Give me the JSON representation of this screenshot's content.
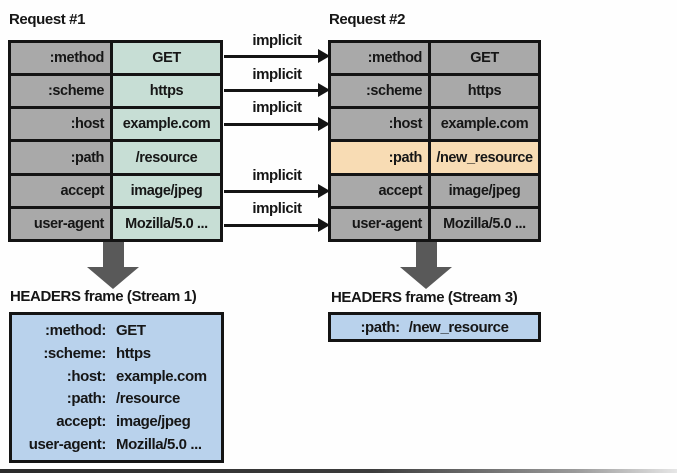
{
  "figure": {
    "request1": {
      "title": "Request #1",
      "rows": [
        {
          "key": ":method",
          "value": "GET"
        },
        {
          "key": ":scheme",
          "value": "https"
        },
        {
          "key": ":host",
          "value": "example.com"
        },
        {
          "key": ":path",
          "value": "/resource"
        },
        {
          "key": "accept",
          "value": "image/jpeg"
        },
        {
          "key": "user-agent",
          "value": "Mozilla/5.0 ..."
        }
      ]
    },
    "request2": {
      "title": "Request #2",
      "rows": [
        {
          "key": ":method",
          "value": "GET",
          "highlighted": false
        },
        {
          "key": ":scheme",
          "value": "https",
          "highlighted": false
        },
        {
          "key": ":host",
          "value": "example.com",
          "highlighted": false
        },
        {
          "key": ":path",
          "value": "/new_resource",
          "highlighted": true
        },
        {
          "key": "accept",
          "value": "image/jpeg",
          "highlighted": false
        },
        {
          "key": "user-agent",
          "value": "Mozilla/5.0 ...",
          "highlighted": false
        }
      ]
    },
    "arrows": [
      {
        "label": "implicit",
        "from_row": ":method"
      },
      {
        "label": "implicit",
        "from_row": ":scheme"
      },
      {
        "label": "implicit",
        "from_row": ":host"
      },
      {
        "label": "implicit",
        "from_row": "accept"
      },
      {
        "label": "implicit",
        "from_row": "user-agent"
      }
    ],
    "frame1": {
      "title": "HEADERS frame (Stream 1)",
      "lines": [
        {
          "key": ":method:",
          "value": "GET"
        },
        {
          "key": ":scheme:",
          "value": "https"
        },
        {
          "key": ":host:",
          "value": "example.com"
        },
        {
          "key": ":path:",
          "value": "/resource"
        },
        {
          "key": "accept:",
          "value": "image/jpeg"
        },
        {
          "key": "user-agent:",
          "value": "Mozilla/5.0 ..."
        }
      ]
    },
    "frame2": {
      "title": "HEADERS frame (Stream 3)",
      "lines": [
        {
          "key": ":path:",
          "value": "/new_resource"
        }
      ]
    },
    "colors": {
      "key_cell_gray": "#a9a9a9",
      "value_cell_green": "#c7ded5",
      "highlight_orange": "#f8dcb4",
      "frame_blue": "#b9d2ec",
      "border_black": "#141414",
      "arrow_gray": "#595959"
    }
  }
}
